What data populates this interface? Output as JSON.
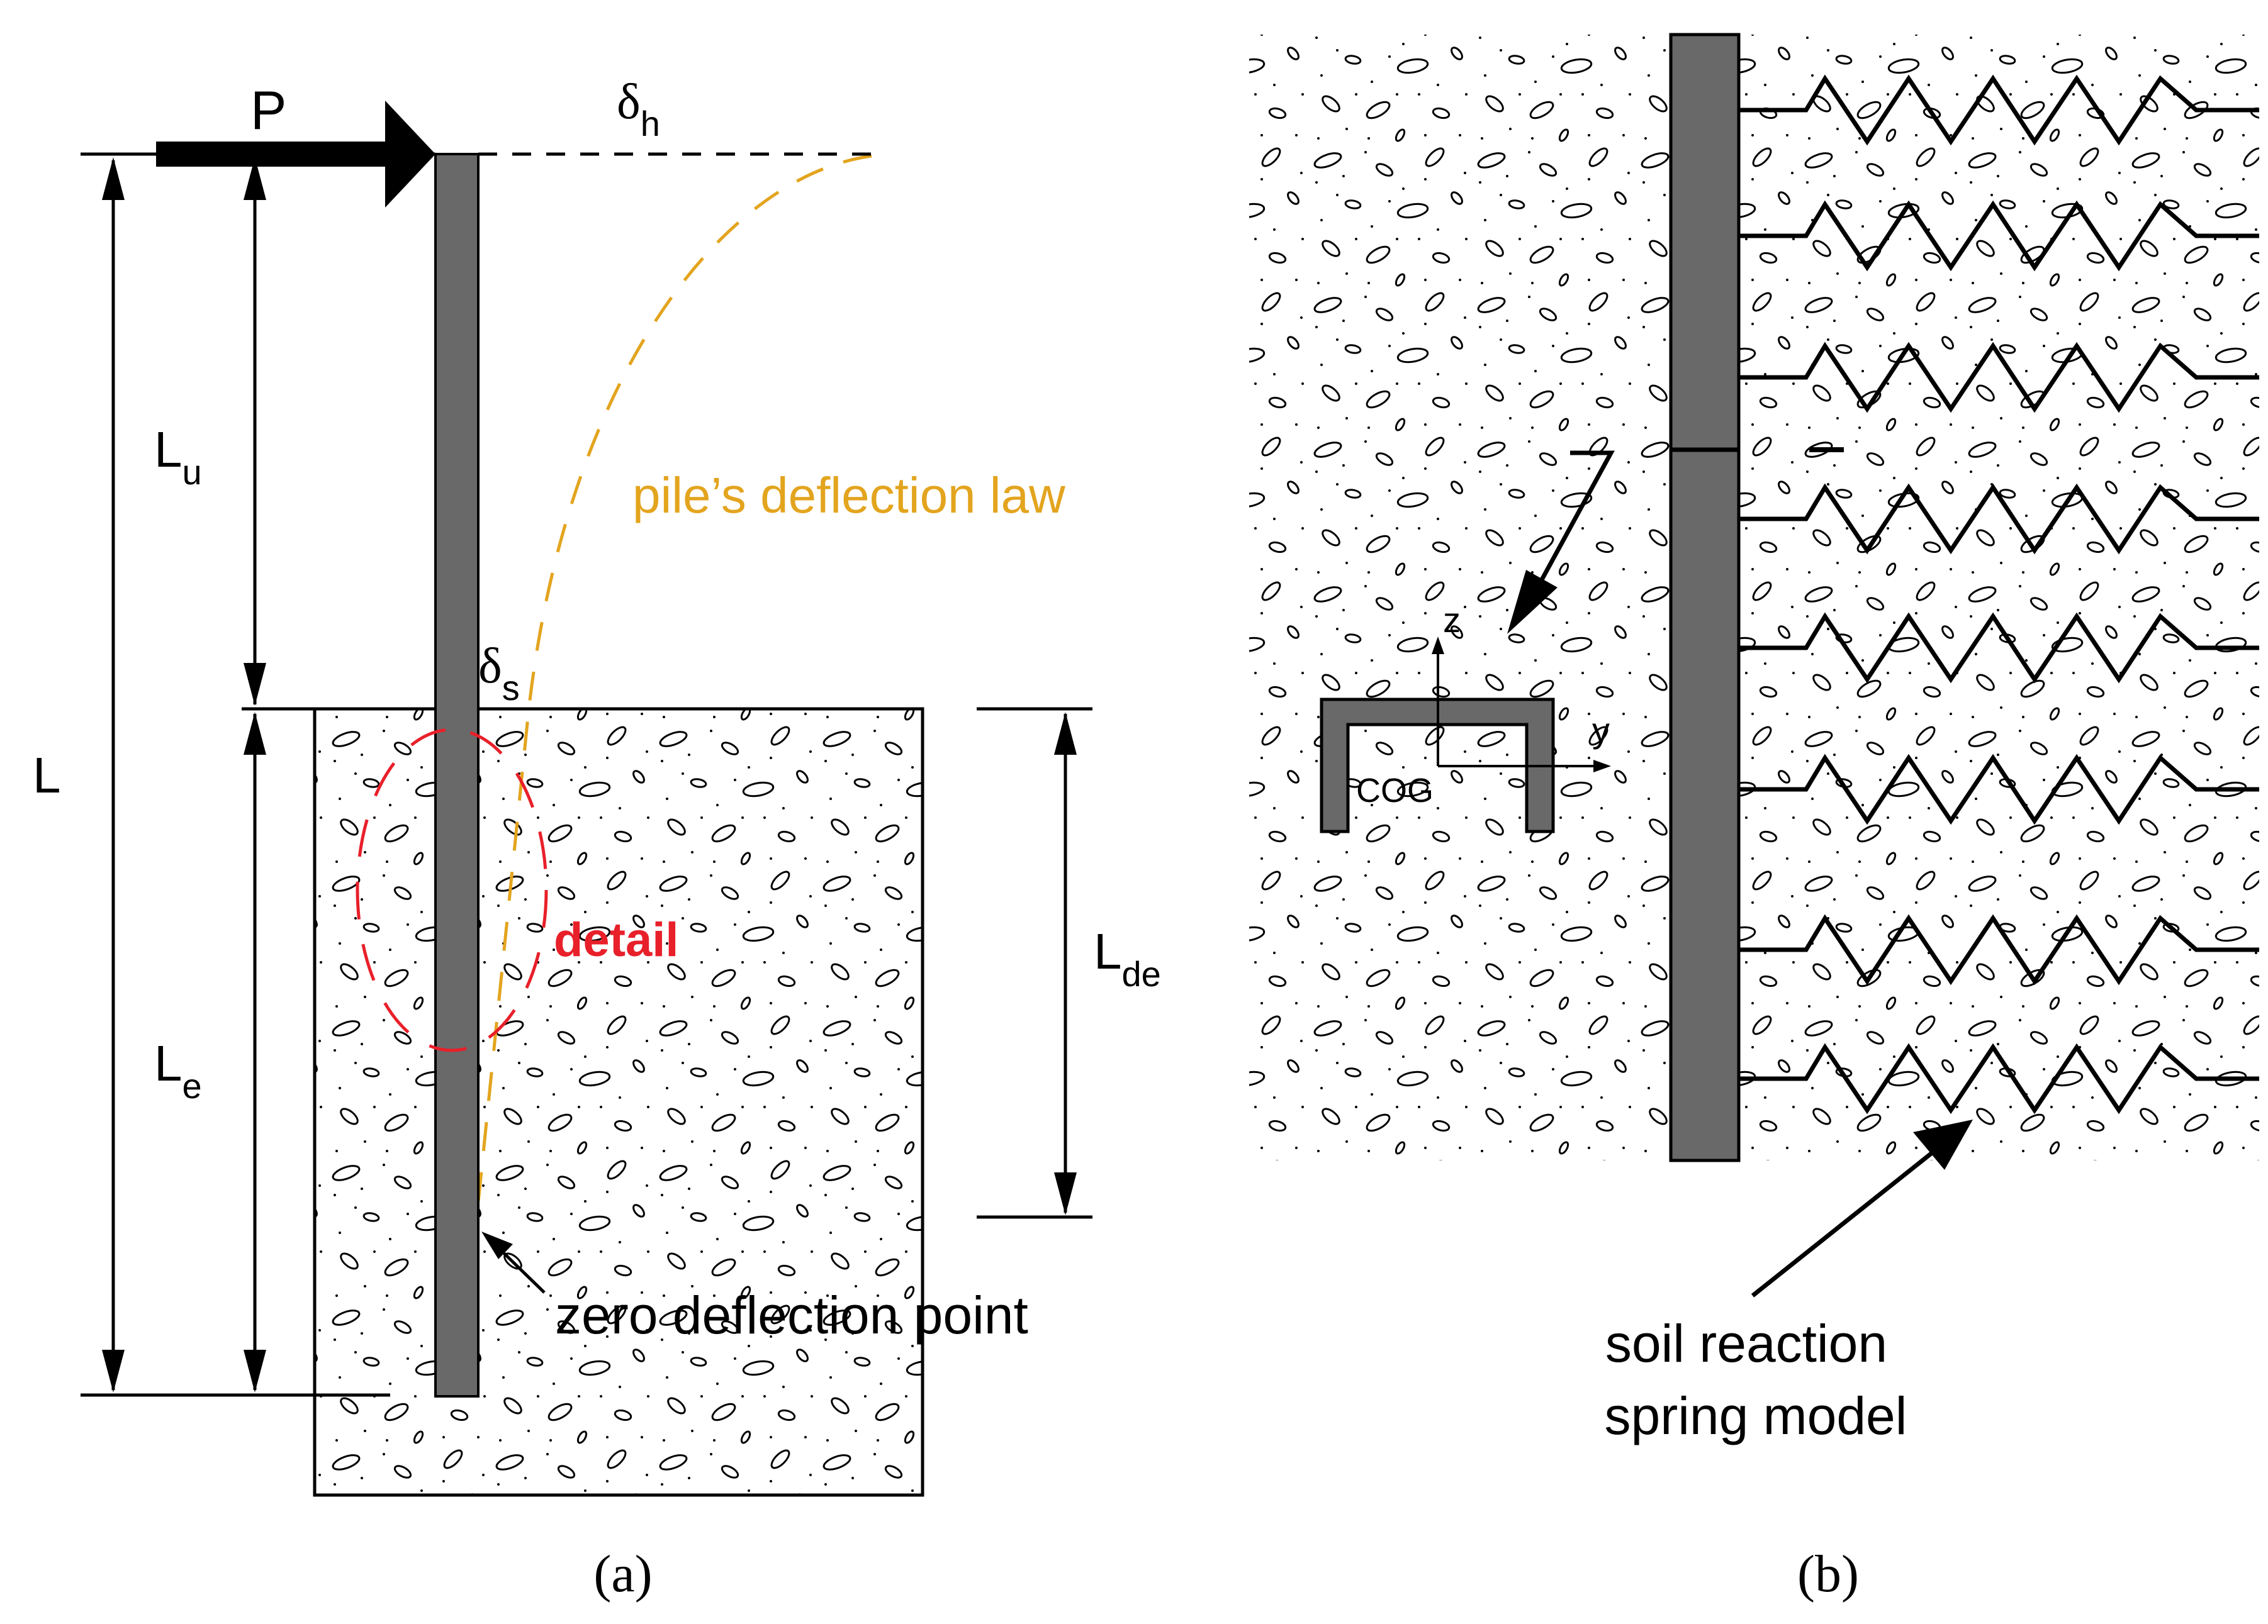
{
  "panel_a": {
    "caption": "(a)",
    "load_label": "P",
    "head_deflection": {
      "symbol": "δ",
      "sub": "h"
    },
    "surface_deflection": {
      "symbol": "δ",
      "sub": "s"
    },
    "total_length": "L",
    "free_length": {
      "symbol": "L",
      "sub": "u"
    },
    "embedded_length": {
      "symbol": "L",
      "sub": "e"
    },
    "detail_length": {
      "symbol": "L",
      "sub": "de"
    },
    "deflection_law_label": "pile’s deflection law",
    "detail_label": "detail",
    "zero_point_label": "zero deflection point"
  },
  "panel_b": {
    "caption": "(b)",
    "axis_z": "z",
    "axis_y": "y",
    "cog_label": "COG",
    "spring_label_line1": "soil reaction",
    "spring_label_line2": "spring model"
  },
  "colors": {
    "pile": "#696969",
    "deflection_curve": "#E3A41E",
    "detail": "#E8202A",
    "ink": "#000000"
  }
}
